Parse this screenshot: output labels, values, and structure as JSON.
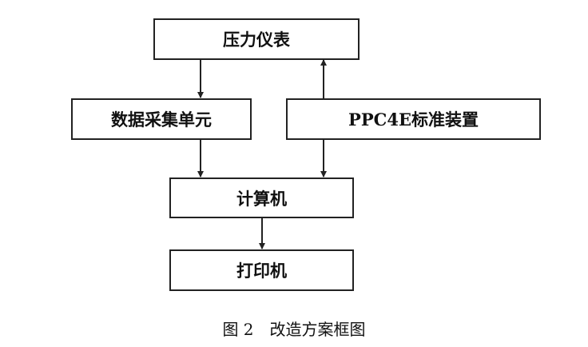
{
  "nodes": {
    "pressure_gauge": "压力仪表",
    "data_acquisition": "数据采集单元",
    "ppc4e": "PPC4E标准装置",
    "computer": "计算机",
    "printer": "打印机"
  },
  "caption": {
    "number": "图 2",
    "title": "改造方案框图"
  }
}
